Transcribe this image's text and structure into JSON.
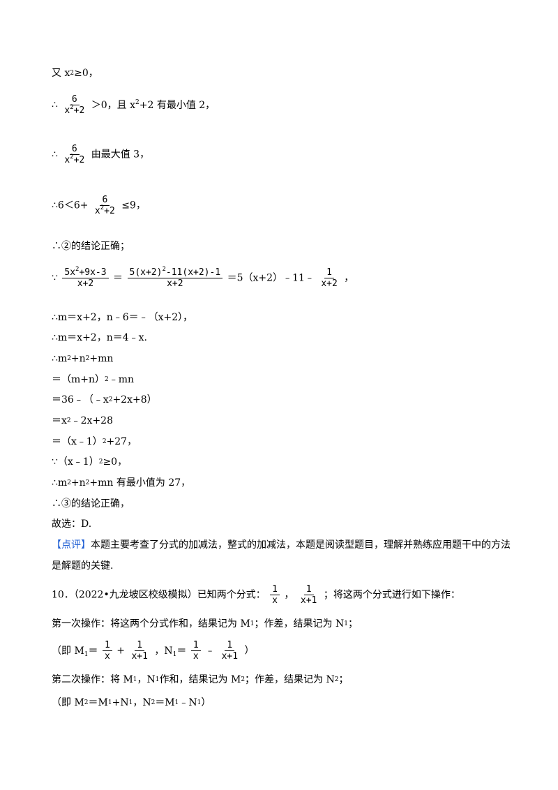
{
  "lines": {
    "l1": {
      "text": "又 x",
      "sup": "2",
      "rest": "≥0，"
    },
    "l2": {
      "pre": "∴",
      "num": "6",
      "den_base": "x",
      "den_sup": "2",
      "den_rest": "+2",
      "post": "＞0，且 x",
      "post_sup": "2",
      "post_rest": "+2 有最小值 2，"
    },
    "l3": {
      "pre": "∴",
      "num": "6",
      "den_base": "x",
      "den_sup": "2",
      "den_rest": "+2",
      "post": "由最大值 3，"
    },
    "l4": {
      "pre": "∴6＜6+",
      "num": "6",
      "den_base": "x",
      "den_sup": "2",
      "den_rest": "+2",
      "post": "≤9，"
    },
    "l5": {
      "text": "∴②的结论正确；"
    },
    "l6": {
      "pre": "∵",
      "f1_num_a": "5x",
      "f1_num_sup": "2",
      "f1_num_b": "+9x-3",
      "f1_den": "x+2",
      "eq": "＝",
      "f2_num_a": "5(x+2)",
      "f2_num_sup": "2",
      "f2_num_b": "-11(x+2)-1",
      "f2_den": "x+2",
      "mid": "＝5（x+2）﹣11﹣",
      "f3_num": "1",
      "f3_den": "x+2",
      "post": "，"
    },
    "l7": {
      "text": "∴m＝x+2，n﹣6＝﹣（x+2），"
    },
    "l8": {
      "text": "∴m＝x+2，n＝4﹣x."
    },
    "l9": {
      "a": "∴m",
      "s1": "2",
      "b": "+n",
      "s2": "2",
      "c": "+mn"
    },
    "l10": {
      "a": "＝（m+n）",
      "s1": "2",
      "b": "﹣mn"
    },
    "l11": {
      "a": "＝36﹣（﹣x",
      "s1": "2",
      "b": "+2x+8）"
    },
    "l12": {
      "a": "＝x",
      "s1": "2",
      "b": "﹣2x+28"
    },
    "l13": {
      "a": "＝（x﹣1）",
      "s1": "2",
      "b": "+27，"
    },
    "l14": {
      "a": "∵（x﹣1）",
      "s1": "2",
      "b": "≥0，"
    },
    "l15": {
      "a": "∴m",
      "s1": "2",
      "b": "+n",
      "s2": "2",
      "c": "+mn 有最小值为 27，"
    },
    "l16": {
      "text": "∴③的结论正确，"
    },
    "l17": {
      "text": "故选：D."
    },
    "review": {
      "tag": "【点评】",
      "text": "本题主要考查了分式的加减法，整式的加减法，本题是阅读型题目，理解并熟练应用题干中的方法是解题的关键."
    },
    "q10": {
      "pre": "10．（2022•九龙坡区校级模拟）已知两个分式：",
      "f1_num": "1",
      "f1_den": "x",
      "sep": "，",
      "f2_num": "1",
      "f2_den": "x+1",
      "post": "；将这两个分式进行如下操作："
    },
    "op1": {
      "a": "第一次操作：将这两个分式作和，结果记为 M",
      "s1": "1",
      "b": "；作差，结果记为 N",
      "s2": "1",
      "c": "；"
    },
    "op1f": {
      "pre": "（即 M",
      "pre_sub": "1",
      "eq": "＝",
      "a_num": "1",
      "a_den": "x",
      "plus": "+",
      "b_num": "1",
      "b_den": "x+1",
      "mid": "，N",
      "mid_sub": "1",
      "eq2": "＝",
      "c_num": "1",
      "c_den": "x",
      "minus": "﹣",
      "d_num": "1",
      "d_den": "x+1",
      "post": "）"
    },
    "op2": {
      "a": "第二次操作：将 M",
      "s1": "1",
      "b": "，N",
      "s2": "1",
      "c": "作和，结果记为 M",
      "s3": "2",
      "d": "；作差，结果记为 N",
      "s4": "2",
      "e": "；"
    },
    "op2f": {
      "a": "（即 M",
      "s1": "2",
      "b": "＝M",
      "s2": "1",
      "c": "+N",
      "s3": "1",
      "d": "，N",
      "s4": "2",
      "e": "＝M",
      "s5": "1",
      "f": "﹣N",
      "s6": "1",
      "g": "）"
    }
  },
  "colors": {
    "review_tag": "#1f5fd4"
  }
}
